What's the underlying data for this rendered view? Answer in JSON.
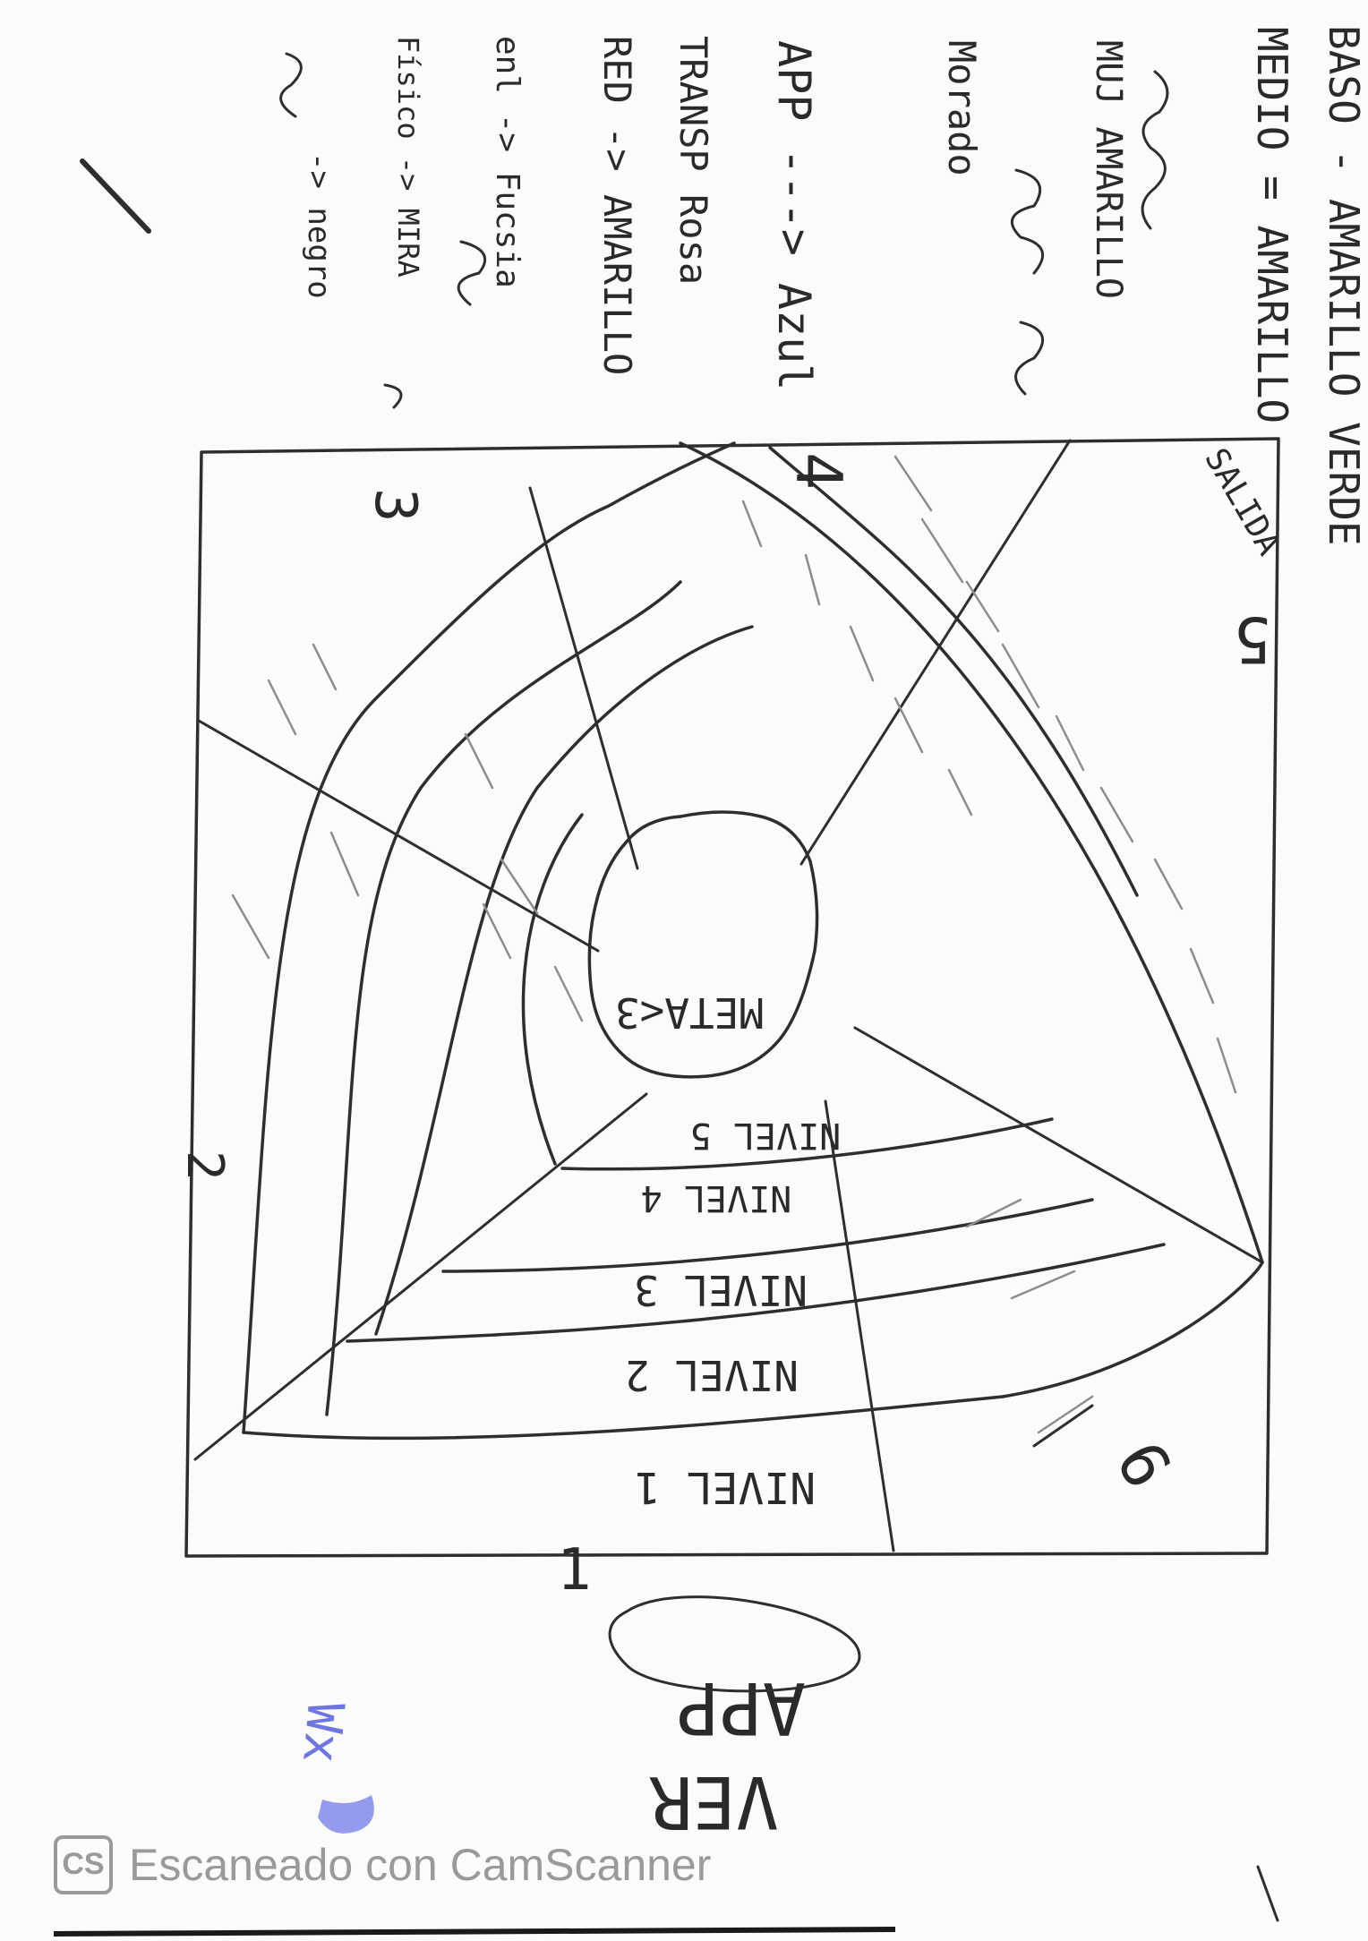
{
  "notes": {
    "line1": "BASO - AMARILLO VERDE",
    "line2": "MEDIO = AMARILLO",
    "line3": "MUJ AMARILLO",
    "line4": "Morado",
    "line5": "APP ---> Azul",
    "line6": "TRANSP Rosa",
    "line7": "RED -> AMARILLO",
    "line8": "enl -> Fucsia",
    "line9": "Físico -> MIRA",
    "line10": "-> negro"
  },
  "diagram": {
    "goal": "META<3",
    "levels": [
      "NIVEL 1",
      "NIVEL 2",
      "NIVEL 3",
      "NIVEL 4",
      "NIVEL 5"
    ],
    "corner_labels": [
      "1",
      "2",
      "3",
      "4",
      "5",
      "6"
    ],
    "salida": "SALIDA"
  },
  "bottom_note": {
    "word1": "VER",
    "word2": "APP",
    "stamp": "Wx"
  },
  "margin_mark": "/",
  "watermark": {
    "logo": "CS",
    "text": "Escaneado con CamScanner"
  },
  "colors": {
    "paper": "#fbfbfa",
    "pencil": "#2e2e2e",
    "stamp_blue": "#6f76e0",
    "watermark": "#9a9a9a"
  }
}
